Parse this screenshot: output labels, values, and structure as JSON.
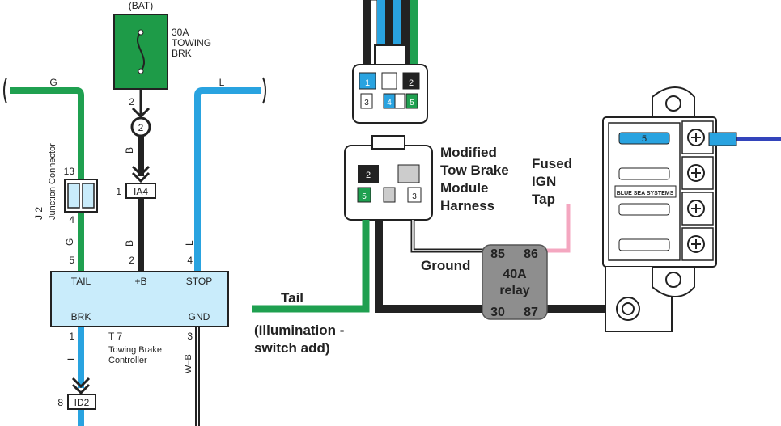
{
  "left_diagram": {
    "fuse_source": "(BAT)",
    "fuse_label": [
      "30A",
      "TOWING",
      "BRK"
    ],
    "wire_color_green": "G",
    "wire_color_blue": "L",
    "wire_color_black": "B",
    "wire_color_wb": "W–B",
    "pin_fuse_out": "2",
    "conn_circle": "2",
    "pin_ia4": "1",
    "ia4_label": "IA4",
    "junction_pin_top": "13",
    "junction_pin_bottom": "4",
    "junction_label_line1": "J 2",
    "junction_label_line2": "Junction Connector",
    "pin_tail": "5",
    "pin_b": "2",
    "pin_stop": "4",
    "pin_brk": "1",
    "pin_gnd": "3",
    "controller_terminals": {
      "tail": "TAIL",
      "plus_b": "+B",
      "stop": "STOP",
      "brk": "BRK",
      "gnd": "GND"
    },
    "controller_id": "T 7",
    "controller_name_line1": "Towing Brake",
    "controller_name_line2": "Controller",
    "pin_id2": "8",
    "id2_label": "ID2"
  },
  "right_diagram": {
    "plug_top_pins": [
      "1",
      "2",
      "3",
      "4",
      "5"
    ],
    "plug_bottom_pins": [
      "2",
      "5",
      "3"
    ],
    "harness_label": [
      "Modified",
      "Tow Brake",
      "Module",
      "Harness"
    ],
    "ign_label": [
      "Fused",
      "IGN",
      "Tap"
    ],
    "ground_label": "Ground",
    "tail_label": "Tail",
    "tail_note": [
      "(Illumination -",
      "switch add)"
    ],
    "relay_pins": {
      "p85": "85",
      "p86": "86",
      "p30": "30",
      "p87": "87"
    },
    "relay_label": [
      "40A",
      "relay"
    ],
    "fuse_block_brand": "BLUE SEA SYSTEMS",
    "fuse_number": "5"
  },
  "colors": {
    "green_wire": "#1fa050",
    "blue_wire": "#29a3e0",
    "black_wire": "#222222",
    "pink_wire": "#f4a7c0",
    "relay_fill": "#8e8e8e",
    "controller_fill": "#c9ecfb",
    "fuse_fill": "#1e9b48"
  }
}
